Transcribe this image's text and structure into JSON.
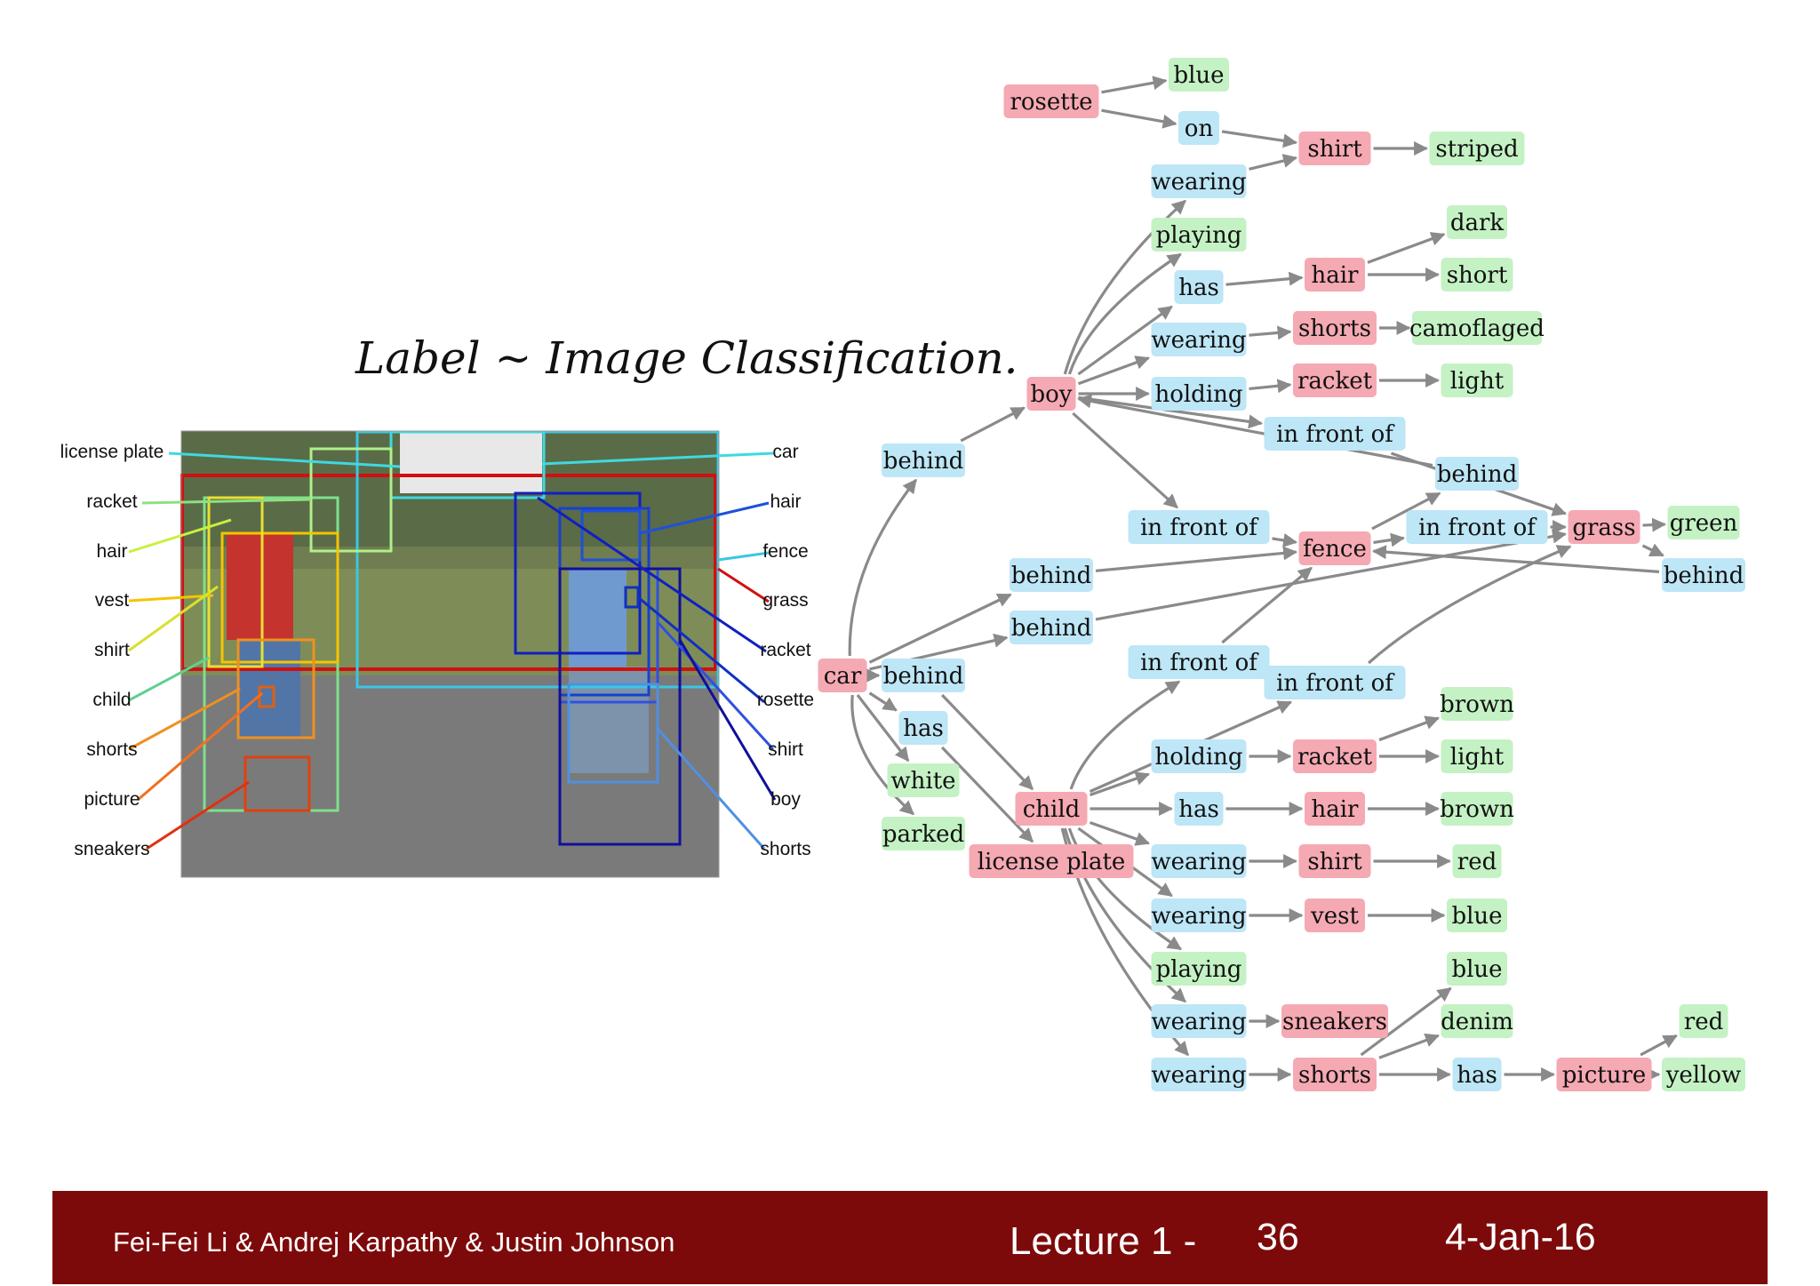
{
  "handwritten_note": "Label ~ Image Classification.",
  "footer": {
    "author": "Fei-Fei Li & Andrej Karpathy & Justin Johnson",
    "lecture": "Lecture 1 -",
    "page": "36",
    "date": "4-Jan-16"
  },
  "photo_labels": {
    "left": [
      "license plate",
      "racket",
      "hair",
      "vest",
      "shirt",
      "child",
      "shorts",
      "picture",
      "sneakers"
    ],
    "right": [
      "car",
      "hair",
      "fence",
      "grass",
      "racket",
      "rosette",
      "shirt",
      "boy",
      "shorts"
    ]
  },
  "colors": {
    "object": "#f5a9b3",
    "relation": "#bde6f6",
    "attribute": "#c4f2c4",
    "footer": "#7d0a0a",
    "edge": "#8a8a8a"
  },
  "graph": {
    "nodes": [
      {
        "id": "rosette",
        "label": "rosette",
        "type": "object"
      },
      {
        "id": "blue1",
        "label": "blue",
        "type": "attribute"
      },
      {
        "id": "on",
        "label": "on",
        "type": "relation"
      },
      {
        "id": "shirt1",
        "label": "shirt",
        "type": "object"
      },
      {
        "id": "striped",
        "label": "striped",
        "type": "attribute"
      },
      {
        "id": "wearing1",
        "label": "wearing",
        "type": "relation"
      },
      {
        "id": "playing1",
        "label": "playing",
        "type": "attribute"
      },
      {
        "id": "dark",
        "label": "dark",
        "type": "attribute"
      },
      {
        "id": "has1",
        "label": "has",
        "type": "relation"
      },
      {
        "id": "hair1",
        "label": "hair",
        "type": "object"
      },
      {
        "id": "short",
        "label": "short",
        "type": "attribute"
      },
      {
        "id": "wearing2",
        "label": "wearing",
        "type": "relation"
      },
      {
        "id": "shorts1",
        "label": "shorts",
        "type": "object"
      },
      {
        "id": "camoflaged",
        "label": "camoflaged",
        "type": "attribute"
      },
      {
        "id": "boy",
        "label": "boy",
        "type": "object"
      },
      {
        "id": "holding1",
        "label": "holding",
        "type": "relation"
      },
      {
        "id": "racket1",
        "label": "racket",
        "type": "object"
      },
      {
        "id": "light1",
        "label": "light",
        "type": "attribute"
      },
      {
        "id": "infront1",
        "label": "in front of",
        "type": "relation"
      },
      {
        "id": "behind_top",
        "label": "behind",
        "type": "relation"
      },
      {
        "id": "behind2",
        "label": "behind",
        "type": "relation"
      },
      {
        "id": "infront2",
        "label": "in front of",
        "type": "relation"
      },
      {
        "id": "fence",
        "label": "fence",
        "type": "object"
      },
      {
        "id": "infront3",
        "label": "in front of",
        "type": "relation"
      },
      {
        "id": "grass",
        "label": "grass",
        "type": "object"
      },
      {
        "id": "green",
        "label": "green",
        "type": "attribute"
      },
      {
        "id": "behind_right",
        "label": "behind",
        "type": "relation"
      },
      {
        "id": "behind3",
        "label": "behind",
        "type": "relation"
      },
      {
        "id": "behind4",
        "label": "behind",
        "type": "relation"
      },
      {
        "id": "car",
        "label": "car",
        "type": "object"
      },
      {
        "id": "behind5",
        "label": "behind",
        "type": "relation"
      },
      {
        "id": "infront4",
        "label": "in front of",
        "type": "relation"
      },
      {
        "id": "infront5",
        "label": "in front of",
        "type": "relation"
      },
      {
        "id": "has2",
        "label": "has",
        "type": "relation"
      },
      {
        "id": "brown1",
        "label": "brown",
        "type": "attribute"
      },
      {
        "id": "white",
        "label": "white",
        "type": "attribute"
      },
      {
        "id": "holding2",
        "label": "holding",
        "type": "relation"
      },
      {
        "id": "racket2",
        "label": "racket",
        "type": "object"
      },
      {
        "id": "light2",
        "label": "light",
        "type": "attribute"
      },
      {
        "id": "parked",
        "label": "parked",
        "type": "attribute"
      },
      {
        "id": "child",
        "label": "child",
        "type": "object"
      },
      {
        "id": "has3",
        "label": "has",
        "type": "relation"
      },
      {
        "id": "hair2",
        "label": "hair",
        "type": "object"
      },
      {
        "id": "brown2",
        "label": "brown",
        "type": "attribute"
      },
      {
        "id": "licplate",
        "label": "license plate",
        "type": "object"
      },
      {
        "id": "wearing3",
        "label": "wearing",
        "type": "relation"
      },
      {
        "id": "shirt2",
        "label": "shirt",
        "type": "object"
      },
      {
        "id": "red1",
        "label": "red",
        "type": "attribute"
      },
      {
        "id": "wearing4",
        "label": "wearing",
        "type": "relation"
      },
      {
        "id": "vest",
        "label": "vest",
        "type": "object"
      },
      {
        "id": "blue2",
        "label": "blue",
        "type": "attribute"
      },
      {
        "id": "playing2",
        "label": "playing",
        "type": "attribute"
      },
      {
        "id": "blue3",
        "label": "blue",
        "type": "attribute"
      },
      {
        "id": "wearing5",
        "label": "wearing",
        "type": "relation"
      },
      {
        "id": "sneakers",
        "label": "sneakers",
        "type": "object"
      },
      {
        "id": "denim",
        "label": "denim",
        "type": "attribute"
      },
      {
        "id": "red2",
        "label": "red",
        "type": "attribute"
      },
      {
        "id": "wearing6",
        "label": "wearing",
        "type": "relation"
      },
      {
        "id": "shorts2",
        "label": "shorts",
        "type": "object"
      },
      {
        "id": "has4",
        "label": "has",
        "type": "relation"
      },
      {
        "id": "picture",
        "label": "picture",
        "type": "object"
      },
      {
        "id": "yellow",
        "label": "yellow",
        "type": "attribute"
      }
    ],
    "edges": [
      [
        "rosette",
        "blue1"
      ],
      [
        "rosette",
        "on"
      ],
      [
        "on",
        "shirt1"
      ],
      [
        "wearing1",
        "shirt1"
      ],
      [
        "shirt1",
        "striped"
      ],
      [
        "boy",
        "wearing1"
      ],
      [
        "boy",
        "playing1"
      ],
      [
        "boy",
        "has1"
      ],
      [
        "has1",
        "hair1"
      ],
      [
        "hair1",
        "dark"
      ],
      [
        "hair1",
        "short"
      ],
      [
        "boy",
        "wearing2"
      ],
      [
        "wearing2",
        "shorts1"
      ],
      [
        "shorts1",
        "camoflaged"
      ],
      [
        "boy",
        "holding1"
      ],
      [
        "holding1",
        "racket1"
      ],
      [
        "racket1",
        "light1"
      ],
      [
        "boy",
        "infront1"
      ],
      [
        "infront1",
        "grass"
      ],
      [
        "behind_top",
        "boy"
      ],
      [
        "behind2",
        "boy"
      ],
      [
        "boy",
        "infront2"
      ],
      [
        "infront2",
        "fence"
      ],
      [
        "fence",
        "behind2"
      ],
      [
        "fence",
        "infront3"
      ],
      [
        "infront3",
        "grass"
      ],
      [
        "grass",
        "green"
      ],
      [
        "grass",
        "behind_right"
      ],
      [
        "behind_right",
        "fence"
      ],
      [
        "car",
        "behind_top"
      ],
      [
        "car",
        "behind3"
      ],
      [
        "behind3",
        "fence"
      ],
      [
        "car",
        "behind4"
      ],
      [
        "behind4",
        "grass"
      ],
      [
        "car",
        "behind5"
      ],
      [
        "behind5",
        "child"
      ],
      [
        "car",
        "has2"
      ],
      [
        "has2",
        "licplate"
      ],
      [
        "car",
        "white"
      ],
      [
        "car",
        "parked"
      ],
      [
        "child",
        "infront4"
      ],
      [
        "infront4",
        "fence"
      ],
      [
        "child",
        "infront5"
      ],
      [
        "infront5",
        "grass"
      ],
      [
        "child",
        "holding2"
      ],
      [
        "holding2",
        "racket2"
      ],
      [
        "racket2",
        "brown1"
      ],
      [
        "racket2",
        "light2"
      ],
      [
        "child",
        "has3"
      ],
      [
        "has3",
        "hair2"
      ],
      [
        "hair2",
        "brown2"
      ],
      [
        "child",
        "wearing3"
      ],
      [
        "wearing3",
        "shirt2"
      ],
      [
        "shirt2",
        "red1"
      ],
      [
        "child",
        "wearing4"
      ],
      [
        "wearing4",
        "vest"
      ],
      [
        "vest",
        "blue2"
      ],
      [
        "child",
        "playing2"
      ],
      [
        "child",
        "wearing5"
      ],
      [
        "wearing5",
        "sneakers"
      ],
      [
        "child",
        "wearing6"
      ],
      [
        "wearing6",
        "shorts2"
      ],
      [
        "shorts2",
        "blue3"
      ],
      [
        "shorts2",
        "denim"
      ],
      [
        "shorts2",
        "has4"
      ],
      [
        "has4",
        "picture"
      ],
      [
        "picture",
        "red2"
      ],
      [
        "picture",
        "yellow"
      ]
    ]
  }
}
